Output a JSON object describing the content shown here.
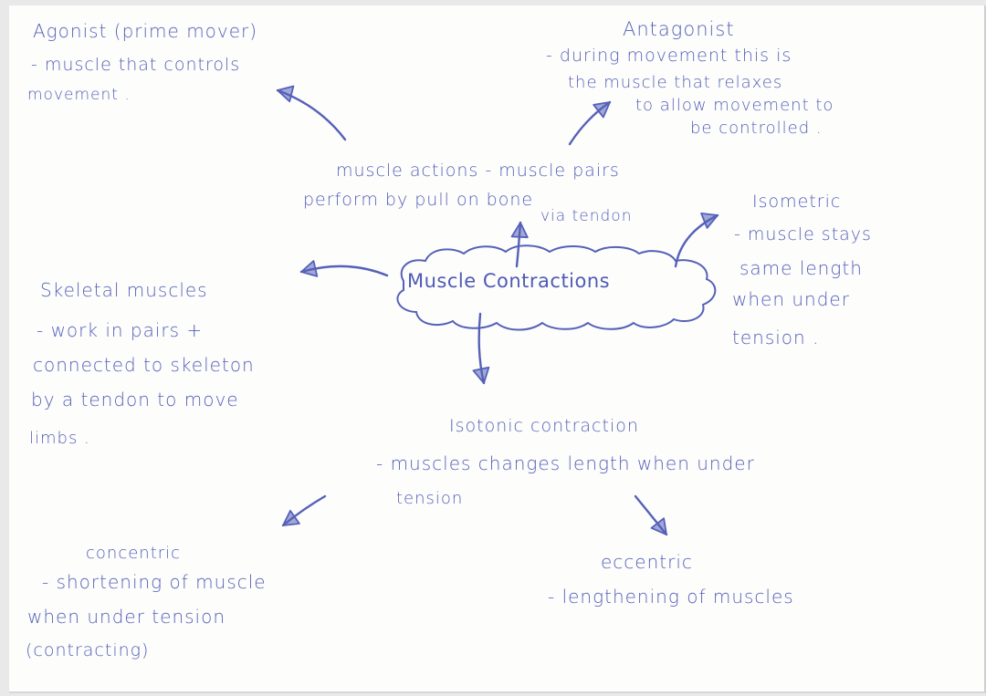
{
  "center": "Muscle Contractions",
  "agonist": {
    "title": "Agonist (prime mover)",
    "lines": [
      "- muscle that controls",
      "movement ."
    ]
  },
  "antagonist": {
    "title": "Antagonist",
    "lines": [
      "- during movement this is",
      "the muscle that relaxes",
      "to allow movement to",
      "be controlled ."
    ]
  },
  "actions": {
    "lines": [
      "muscle actions - muscle pairs",
      "perform by pull on bone",
      "via tendon"
    ]
  },
  "isometric": {
    "title": "Isometric",
    "lines": [
      "- muscle stays",
      "same length",
      "when under",
      "tension ."
    ]
  },
  "skeletal": {
    "title": "Skeletal muscles",
    "lines": [
      "- work in pairs +",
      "connected to skeleton",
      "by a tendon to move",
      "limbs ."
    ]
  },
  "isotonic": {
    "title": "Isotonic contraction",
    "lines": [
      "- muscles changes length when under",
      "tension"
    ]
  },
  "concentric": {
    "title": "concentric",
    "lines": [
      "- shortening of muscle",
      "when under tension",
      "(contracting)"
    ]
  },
  "eccentric": {
    "title": "eccentric",
    "lines": [
      "- lengthening of muscles"
    ]
  },
  "colors": {
    "ink": "#5561b8",
    "paper": "#fdfdfc",
    "background": "#e9e9ea"
  }
}
